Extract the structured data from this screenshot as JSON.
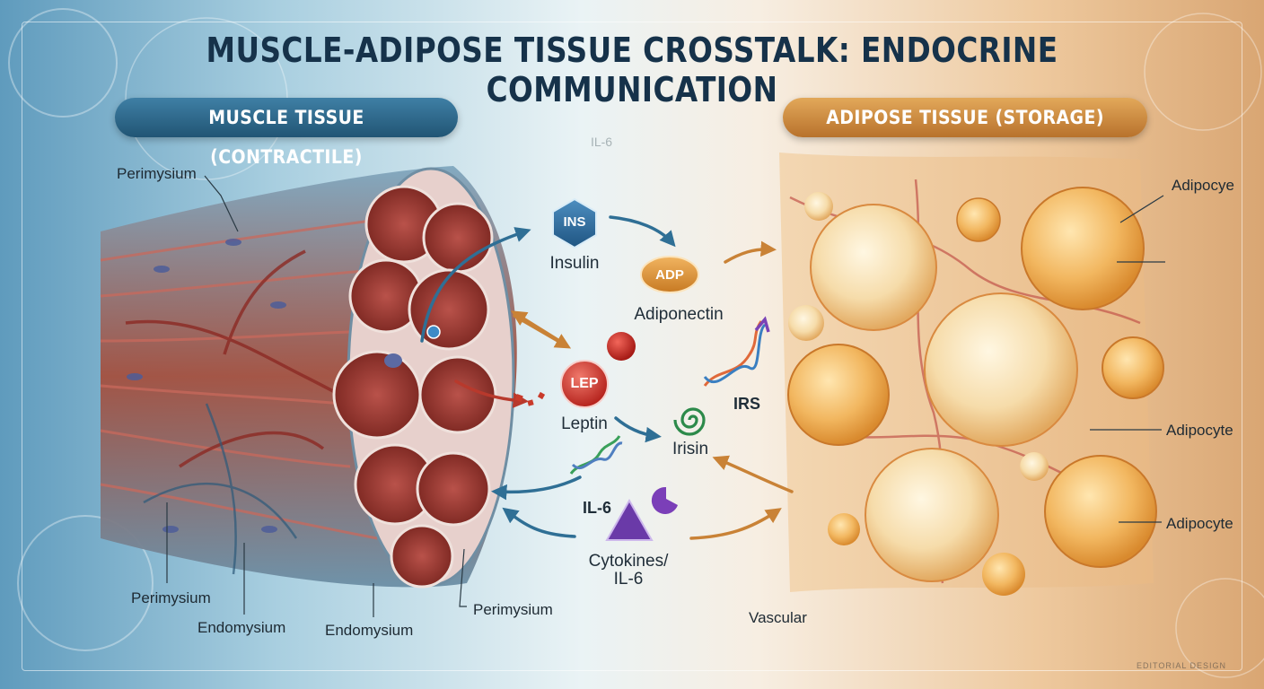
{
  "title": "MUSCLE-ADIPOSE TISSUE CROSSTALK: ENDOCRINE COMMUNICATION",
  "panels": {
    "muscle": "MUSCLE TISSUE (CONTRACTILE)",
    "adipose": "ADIPOSE TISSUE (STORAGE)"
  },
  "muscle_labels": {
    "perimysium_top": "Perimysium",
    "perimysium_bottom": "Perimysium",
    "endomysium_1": "Endomysium",
    "endomysium_2": "Endomysium",
    "perimysium_right": "Perimysium"
  },
  "adipose_labels": {
    "adipocye": "Adipocye",
    "adipocyte_1": "Adipocyte",
    "adipocyte_2": "Adipocyte",
    "vascular": "Vascular"
  },
  "molecules": {
    "ins_badge": "INS",
    "insulin": "Insulin",
    "adp_badge": "ADP",
    "adiponectin": "Adiponectin",
    "lep_badge": "LEP",
    "leptin": "Leptin",
    "irs": "IRS",
    "irisin": "Irisin",
    "il6_label": "IL-6",
    "cytokines": "Cytokines/\nIL-6",
    "il6_faint": "IL-6"
  },
  "watermarks": {
    "bottom_right": "EDITORIAL DESIGN"
  },
  "colors": {
    "title": "#16324a",
    "muscle_banner": "#2d6a8f",
    "adipose_banner": "#c9843a",
    "ins_badge": "#2f6fa0",
    "adp_badge": "#d9902f",
    "lep_badge": "#c8332d",
    "cytokine_triangle": "#6a3aa8"
  }
}
